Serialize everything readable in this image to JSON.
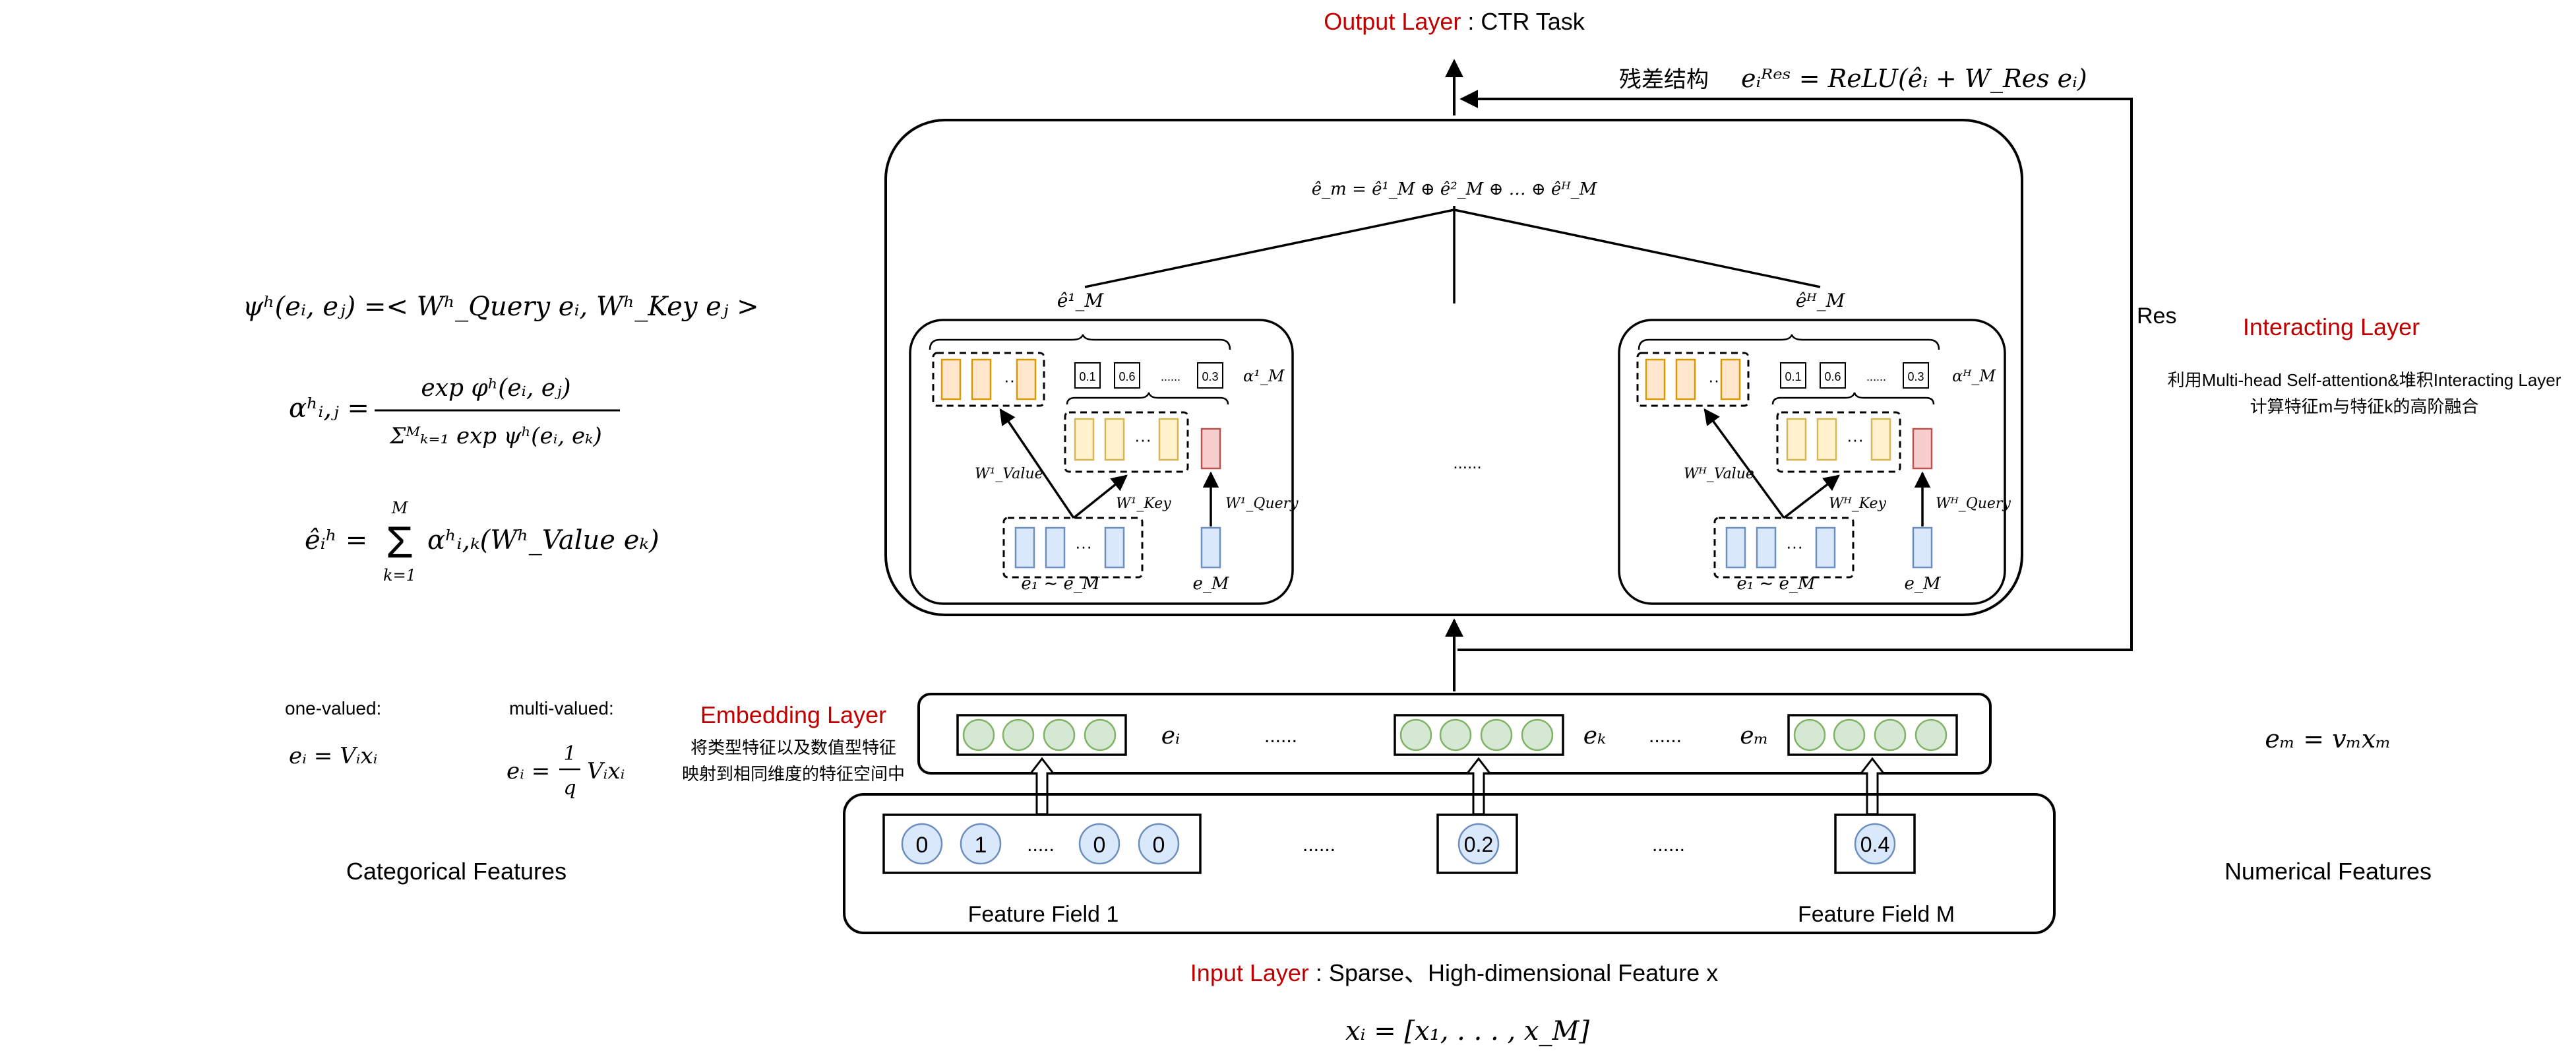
{
  "output_layer": {
    "label": "Output Layer",
    "desc": " : CTR Task"
  },
  "residual": {
    "label": "残差结构",
    "formula": "eᵢᴿᵉˢ = ReLU(êᵢ + W_Res eᵢ)"
  },
  "res_label": "Res",
  "concat_formula": "ê_m = ê¹_M ⊕ ê²_M ⊕ … ⊕ êᴴ_M",
  "left_head": {
    "title": "ê¹_M",
    "alpha": "α¹_M",
    "w_value": "W¹_Value",
    "w_key": "W¹_Key",
    "w_query": "W¹_Query",
    "emb_range": "e₁ ∼ e_M",
    "emb_m": "e_M"
  },
  "right_head": {
    "title": "êᴴ_M",
    "alpha": "αᴴ_M",
    "w_value": "Wᴴ_Value",
    "w_key": "Wᴴ_Key",
    "w_query": "Wᴴ_Query",
    "emb_range": "e₁ ∼ e_M",
    "emb_m": "e_M"
  },
  "weights": [
    "0.1",
    "0.6",
    "......",
    "0.3"
  ],
  "mid_dots": "......",
  "interacting": {
    "label": "Interacting Layer",
    "desc1": "利用Multi-head Self-attention&堆积Interacting Layer",
    "desc2": "计算特征m与特征k的高阶融合"
  },
  "formulas": {
    "psi": "ψʰ(eᵢ, eⱼ) =< Wʰ_Query eᵢ, Wʰ_Key eⱼ >",
    "alpha_lhs": "αʰᵢ,ⱼ =",
    "alpha_num": "exp φʰ(eᵢ, eⱼ)",
    "alpha_den": "Σᴹₖ₌₁ exp ψʰ(eᵢ, eₖ)",
    "ehat_lhs": "êᵢʰ =",
    "ehat_sum_top": "M",
    "ehat_sum": "Σ",
    "ehat_sum_bottom": "k=1",
    "ehat_rhs": "αʰᵢ,ₖ(Wʰ_Value eₖ)"
  },
  "one_valued": {
    "label": "one-valued:",
    "formula": "eᵢ = Vᵢxᵢ"
  },
  "multi_valued": {
    "label": "multi-valued:",
    "lhs": "eᵢ =",
    "num": "1",
    "den": "q",
    "rhs": "Vᵢxᵢ"
  },
  "embedding": {
    "label": "Embedding Layer",
    "desc1": "将类型特征以及数值型特征",
    "desc2": "映射到相同维度的特征空间中",
    "e_i": "eᵢ",
    "e_k": "eₖ",
    "e_m": "eₘ",
    "dots": "......"
  },
  "numeric_formula": "eₘ = vₘxₘ",
  "categorical_label": "Categorical Features",
  "numerical_label": "Numerical Features",
  "inputs": {
    "field1_values": [
      "0",
      "1",
      "0",
      "0"
    ],
    "field1_dots": ".....",
    "dots": "......",
    "val_02": "0.2",
    "val_04": "0.4",
    "field1_label": "Feature Field 1",
    "fieldM_label": "Feature Field M"
  },
  "input_layer": {
    "label": "Input Layer",
    "desc": " : Sparse、High-dimensional  Feature x"
  },
  "input_formula": "xᵢ = [x₁, . . . , x_M]",
  "colors": {
    "red": "#c00000",
    "green_fill": "#d5e8d4",
    "green_stroke": "#82b366",
    "blue_fill": "#dae8fc",
    "blue_stroke": "#6c8ebf",
    "orange_fill": "#ffe6cc",
    "orange_stroke": "#d79b00",
    "yellow_fill": "#fff2cc",
    "yellow_stroke": "#d6b656",
    "pink_fill": "#f8cecc",
    "pink_stroke": "#b85450"
  }
}
